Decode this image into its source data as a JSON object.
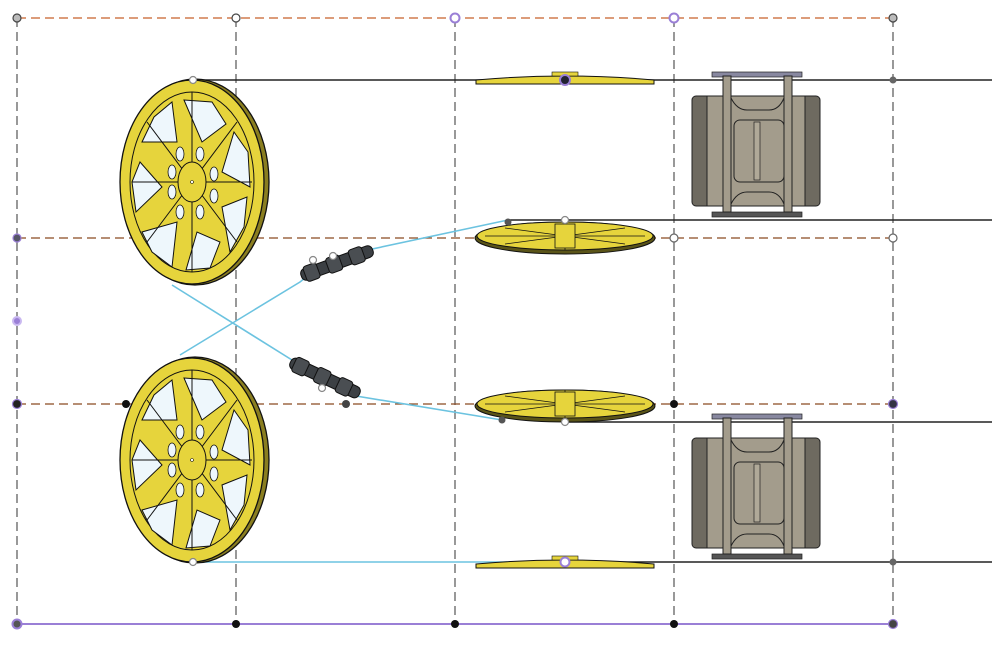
{
  "viewport": {
    "type": "cad-sketch-canvas"
  },
  "colors": {
    "background": "#ffffff",
    "construction_line": "#555555",
    "horizontal_guide": "#c8602a",
    "bottom_guide": "#9a7fd6",
    "edge_line": "#222222",
    "film_path": "#6cc3e0",
    "reel_fill": "#e6d43c",
    "reel_window": "#eef7fc",
    "block_fill": "#a39c8c",
    "block_dark": "#6e6a60",
    "roller_fill": "#3c4044"
  },
  "icons": [
    "reel",
    "reel-edge",
    "film-gate-block",
    "roller-assembly",
    "sketch-point"
  ]
}
